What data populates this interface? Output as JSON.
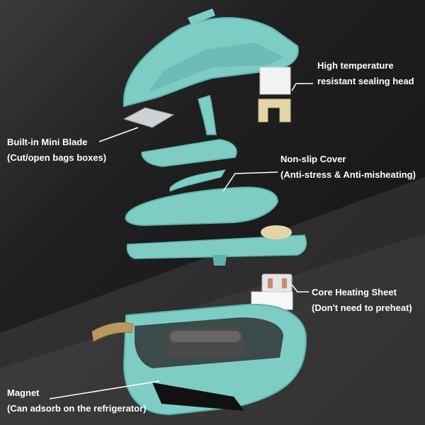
{
  "colors": {
    "background": "#1b1b1b",
    "body_teal": "#7ecdc5",
    "body_teal_dark": "#5fb2aa",
    "label_text": "#ffffff",
    "leader_line": "#ffffff",
    "strap_tan": "#b89a5e",
    "heating_orange": "#f08a24",
    "heating_blue": "#3a72c9"
  },
  "callouts": {
    "sealing_head": {
      "line1": "High temperature",
      "line2": "resistant sealing head"
    },
    "mini_blade": {
      "line1": "Built-in Mini Blade",
      "line2": "(Cut/open bags boxes)"
    },
    "non_slip_cover": {
      "line1": "Non-slip Cover",
      "line2": "(Anti-stress & Anti-misheating)"
    },
    "heating_sheet": {
      "line1": "Core Heating Sheet",
      "line2": "(Don't need to preheat)"
    },
    "magnet": {
      "line1": "Magnet",
      "line2": "(Can adsorb on the refrigerator)"
    }
  }
}
